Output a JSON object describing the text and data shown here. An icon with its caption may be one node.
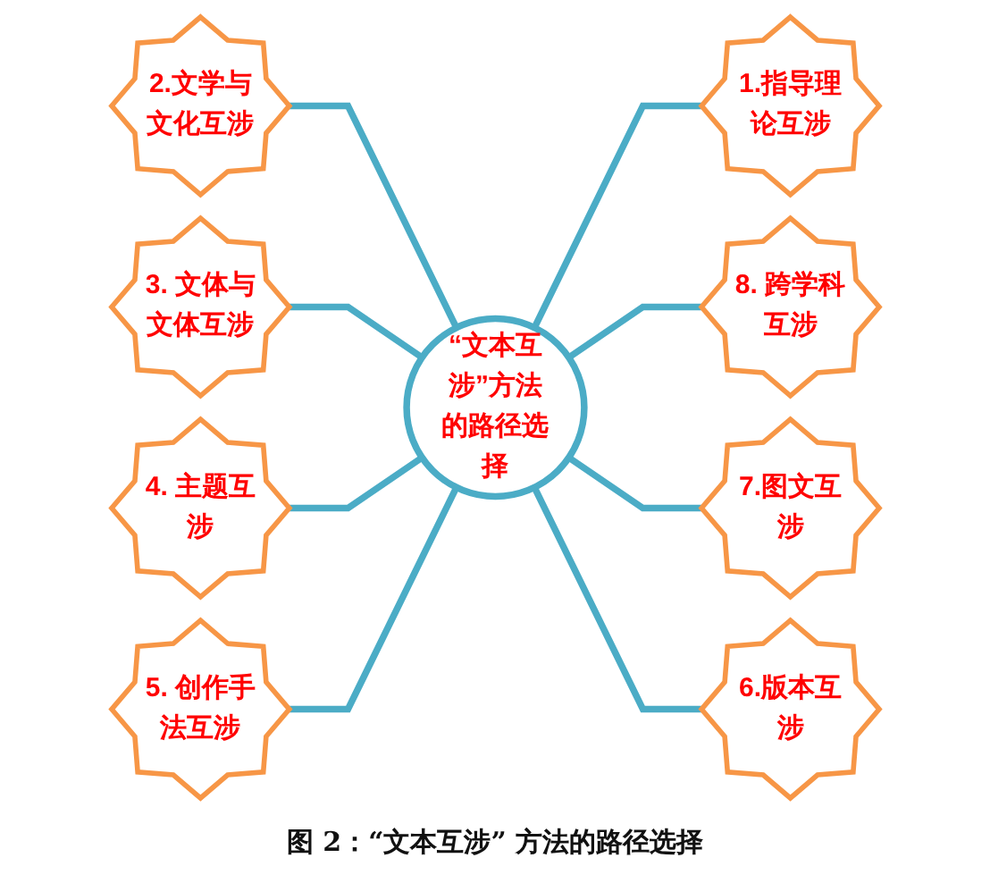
{
  "diagram": {
    "caption": "图 2：“文本互涉” 方法的路径选择",
    "nodes": [
      {
        "text": [
          "“文本互涉”方法的路径选择"
        ]
      },
      {
        "text": [
          "1.指导理论互涉"
        ]
      },
      {
        "text": [
          "2.文学与文化互涉"
        ]
      },
      {
        "text": [
          "3. 文体与文体互涉"
        ]
      },
      {
        "text": [
          "4. 主题互涉"
        ]
      },
      {
        "text": [
          "5. 创作手法互涉"
        ]
      },
      {
        "text": [
          "6.版本互涉"
        ]
      },
      {
        "text": [
          "7.图文互涉"
        ]
      },
      {
        "text": [
          "8. 跨学科互涉"
        ]
      }
    ],
    "edges": [
      {
        "from": 0,
        "to": 1,
        "arrow": "none"
      },
      {
        "from": 2,
        "to": 0,
        "arrow": "none"
      },
      {
        "from": 3,
        "to": 0,
        "arrow": "none"
      },
      {
        "from": 4,
        "to": 0,
        "arrow": "none"
      },
      {
        "from": 5,
        "to": 0,
        "arrow": "none"
      },
      {
        "from": 0,
        "to": 8,
        "arrow": "none"
      },
      {
        "from": 0,
        "to": 7,
        "arrow": "none"
      },
      {
        "from": 0,
        "to": 6,
        "arrow": "none"
      }
    ]
  }
}
